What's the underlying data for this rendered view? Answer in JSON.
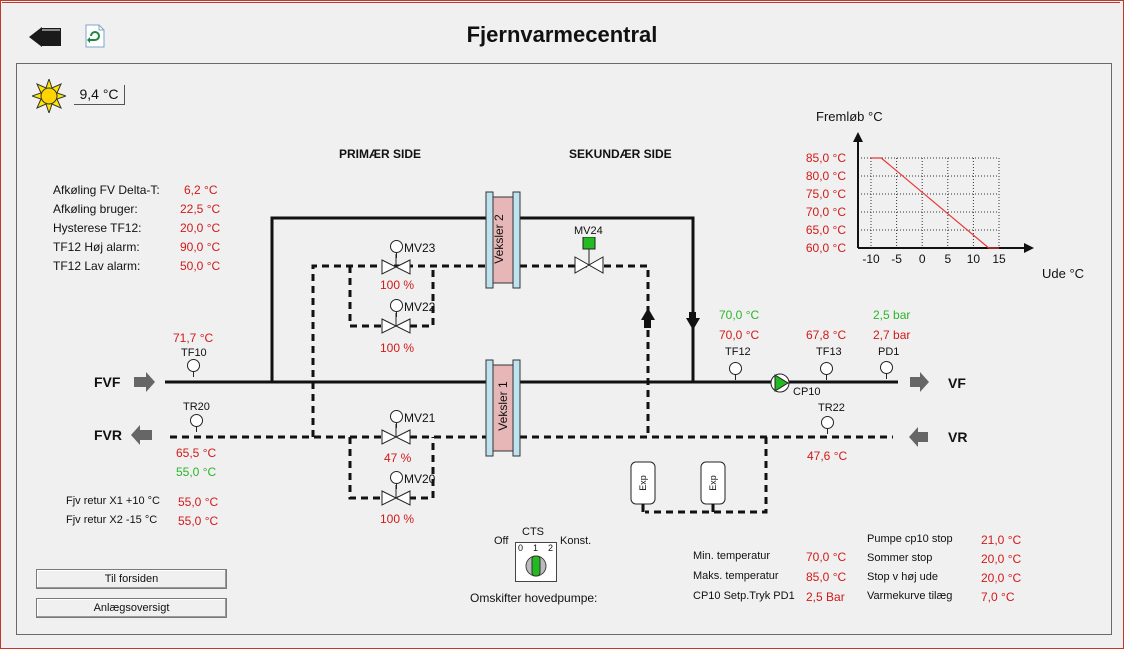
{
  "title": "Fjernvarmecentral",
  "outdoor_temp": "9,4 °C",
  "sections": {
    "primary": "PRIMÆR SIDE",
    "secondary": "SEKUNDÆR SIDE"
  },
  "settings_left": [
    {
      "label": "Afkøling FV Delta-T:",
      "value": "6,2 °C"
    },
    {
      "label": "Afkøling bruger:",
      "value": "22,5 °C"
    },
    {
      "label": "Hysterese TF12:",
      "value": "20,0 °C"
    },
    {
      "label": "TF12 Høj alarm:",
      "value": "90,0 °C"
    },
    {
      "label": "TF12 Lav alarm:",
      "value": "50,0 °C"
    }
  ],
  "return_curve": [
    {
      "label": "Fjv retur X1 +10 °C",
      "value": "55,0 °C"
    },
    {
      "label": "Fjv retur X2 -15 °C",
      "value": "55,0 °C"
    }
  ],
  "lines": {
    "fvf": "FVF",
    "fvr": "FVR",
    "vf": "VF",
    "vr": "VR"
  },
  "exchangers": {
    "top": "Veksler 2",
    "bottom": "Veksler 1"
  },
  "valves": {
    "mv23": {
      "name": "MV23",
      "value": "100 %"
    },
    "mv22": {
      "name": "MV22",
      "value": "100 %"
    },
    "mv21": {
      "name": "MV21",
      "value": "47 %"
    },
    "mv20": {
      "name": "MV20",
      "value": "100 %"
    },
    "mv24": {
      "name": "MV24"
    }
  },
  "sensors": {
    "tf10": {
      "name": "TF10",
      "value": "71,7 °C"
    },
    "tr20": {
      "name": "TR20",
      "value": "65,5 °C",
      "setpoint": "55,0 °C"
    },
    "tf12": {
      "name": "TF12",
      "value": "70,0 °C",
      "setpoint": "70,0 °C"
    },
    "tf13": {
      "name": "TF13",
      "value": "67,8 °C"
    },
    "pd1": {
      "name": "PD1",
      "value": "2,7 bar",
      "setpoint": "2,5 bar"
    },
    "tr22": {
      "name": "TR22",
      "value": "47,6 °C"
    }
  },
  "pump": {
    "name": "CP10"
  },
  "expansion": {
    "label": "Exp"
  },
  "chart_data": {
    "type": "line",
    "title": "Fremløb °C",
    "xlabel": "Ude °C",
    "x_ticks": [
      "-10",
      "-5",
      "0",
      "5",
      "10",
      "15"
    ],
    "y_ticks": [
      "85,0 °C",
      "80,0 °C",
      "75,0 °C",
      "70,0 °C",
      "65,0 °C",
      "60,0 °C"
    ],
    "xlim": [
      -10,
      15
    ],
    "ylim": [
      60,
      85
    ],
    "grid": true,
    "x": [
      -10,
      -8,
      13,
      15
    ],
    "y": [
      85,
      85,
      60,
      60
    ]
  },
  "switch": {
    "cts": "CTS",
    "off": "Off",
    "konst": "Konst.",
    "pos0": "0",
    "pos1": "1",
    "pos2": "2",
    "caption": "Omskifter hovedpumpe:"
  },
  "settings_mid": [
    {
      "label": "Min. temperatur",
      "value": "70,0 °C"
    },
    {
      "label": "Maks. temperatur",
      "value": "85,0 °C"
    },
    {
      "label": "CP10 Setp.Tryk PD1",
      "value": "2,5 Bar"
    }
  ],
  "settings_right": [
    {
      "label": "Pumpe cp10 stop",
      "value": "21,0 °C"
    },
    {
      "label": "Sommer stop",
      "value": "20,0 °C"
    },
    {
      "label": "Stop v høj ude",
      "value": "20,0 °C"
    },
    {
      "label": "Varmekurve tilæg",
      "value": "7,0 °C"
    }
  ],
  "buttons": {
    "home": "Til forsiden",
    "overview": "Anlægsoversigt"
  },
  "colors": {
    "setpoint": "#2bb52b",
    "value": "#d11a1a",
    "curve": "#e83a3a",
    "exchanger": "#e7b7b7",
    "valve_green": "#22bb22"
  },
  "icons": {
    "back": "back-arrow-icon",
    "refresh": "refresh-icon",
    "sun": "sun-icon",
    "pump": "pump-icon"
  }
}
